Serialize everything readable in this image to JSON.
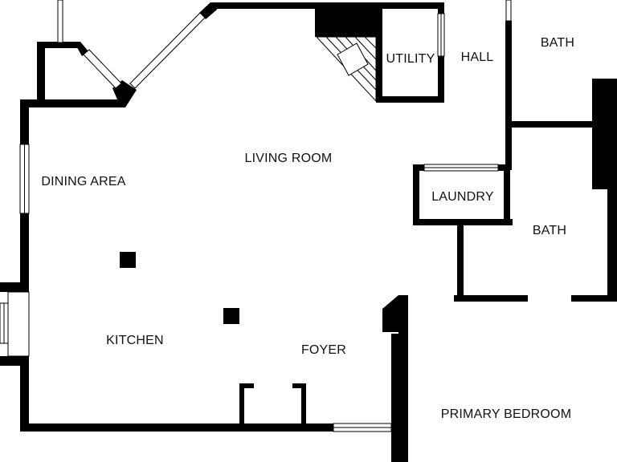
{
  "colors": {
    "wall": "#000000",
    "background": "#ffffff",
    "label": "#111111"
  },
  "rooms": {
    "utility": "UTILITY",
    "hall": "HALL",
    "bath_top": "BATH",
    "living_room": "LIVING ROOM",
    "dining_area": "DINING AREA",
    "laundry": "LAUNDRY",
    "bath_middle": "BATH",
    "kitchen": "KITCHEN",
    "foyer": "FOYER",
    "primary_bedroom": "PRIMARY BEDROOM"
  }
}
